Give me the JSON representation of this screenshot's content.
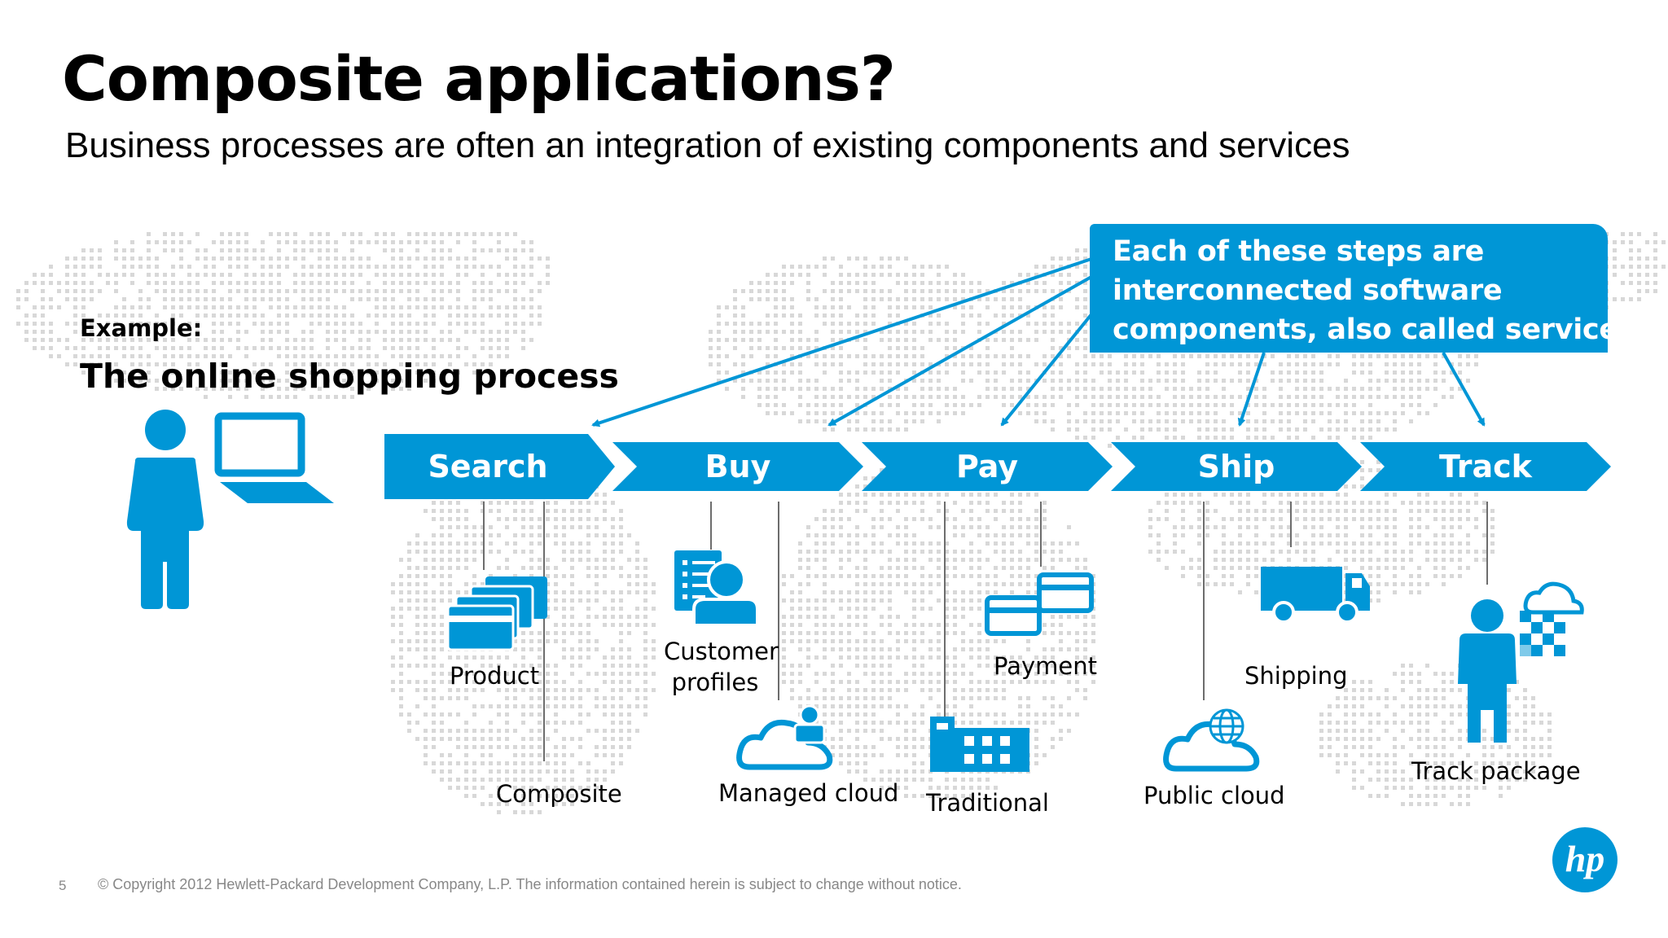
{
  "header": {
    "title": "Composite applications?",
    "subtitle": "Business processes are often an integration of existing components and services"
  },
  "example": {
    "label": "Example:",
    "process_name": "The online shopping process"
  },
  "callout": {
    "lines": [
      "Each of these steps are",
      "interconnected  software",
      "components, also called services"
    ]
  },
  "steps": [
    "Search",
    "Buy",
    "Pay",
    "Ship",
    "Track"
  ],
  "components": {
    "product": "Product",
    "composite": "Composite",
    "customer_profiles_1": "Customer",
    "customer_profiles_2": "profiles",
    "managed_cloud": "Managed cloud",
    "payment": "Payment",
    "traditional": "Traditional",
    "shipping": "Shipping",
    "public_cloud": "Public cloud",
    "track_package": "Track package"
  },
  "footer": {
    "page_number": "5",
    "copyright": "© Copyright 2012 Hewlett-Packard Development Company, L.P.  The information contained herein is subject to change without notice."
  },
  "logo": {
    "text": "hp"
  },
  "colors": {
    "accent": "#0096d6",
    "map_dots": "#d8d8d8"
  }
}
